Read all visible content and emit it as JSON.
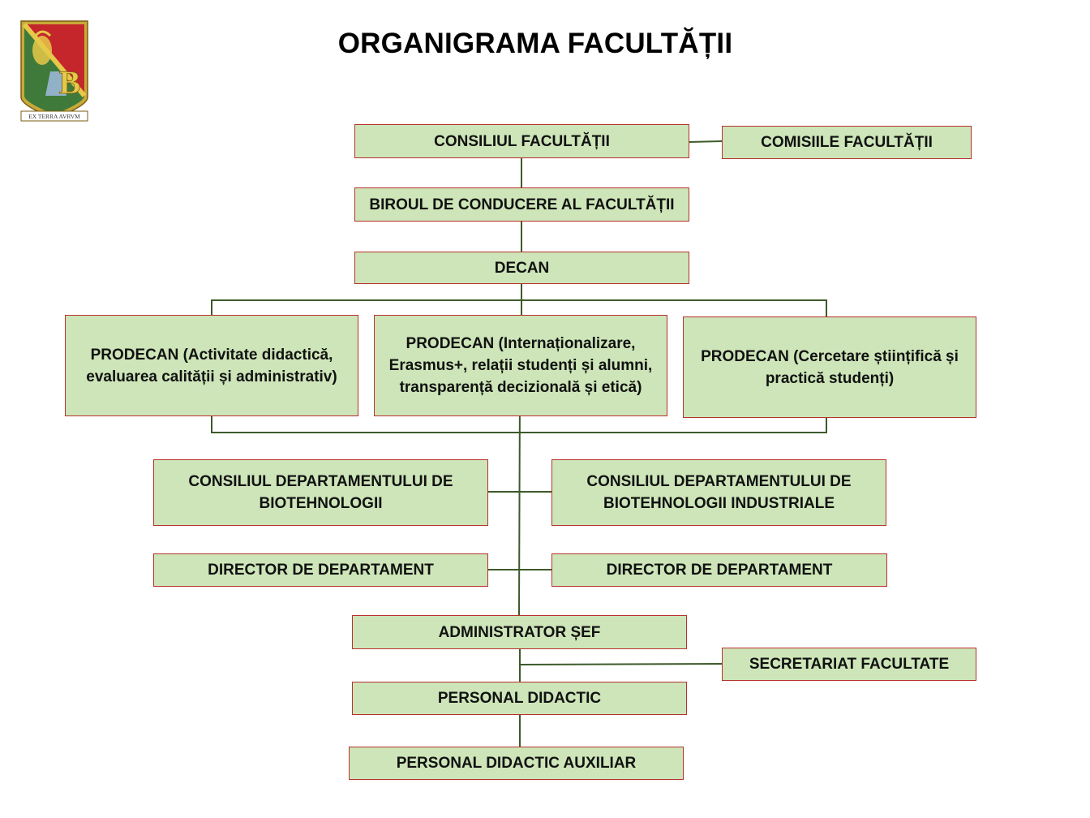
{
  "title": "ORGANIGRAMA FACULTĂȚII",
  "logo": {
    "letter": "B",
    "motto": "EX TERRA AVRVM"
  },
  "colors": {
    "box_fill": "#cde5b8",
    "box_border": "#b8322c",
    "connector": "#3d5a2a"
  },
  "nodes": {
    "consiliul_facultatii": "CONSILIUL FACULTĂȚII",
    "comisiile_facultatii": "COMISIILE FACULTĂȚII",
    "biroul_de_conducere": "BIROUL DE CONDUCERE AL FACULTĂȚII",
    "decan": "DECAN",
    "prodecan_didactic": "PRODECAN (Activitate didactică, evaluarea calității și administrativ)",
    "prodecan_international": "PRODECAN (Internaționalizare, Erasmus+, relații studenți și alumni, transparență decizională și etică)",
    "prodecan_cercetare": "PRODECAN (Cercetare științifică și practică studenți)",
    "consiliul_dept_biotehnologii": "CONSILIUL DEPARTAMENTULUI DE BIOTEHNOLOGII",
    "consiliul_dept_industriale": "CONSILIUL DEPARTAMENTULUI DE BIOTEHNOLOGII INDUSTRIALE",
    "director_dept_left": "DIRECTOR DE DEPARTAMENT",
    "director_dept_right": "DIRECTOR DE DEPARTAMENT",
    "administrator_sef": "ADMINISTRATOR ȘEF",
    "secretariat_facultate": "SECRETARIAT FACULTATE",
    "personal_didactic": "PERSONAL DIDACTIC",
    "personal_didactic_auxiliar": "PERSONAL DIDACTIC AUXILIAR"
  }
}
